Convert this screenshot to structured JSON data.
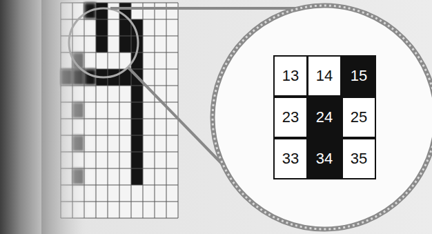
{
  "diagram": {
    "labels": [
      "13",
      "14",
      "15",
      "23",
      "24",
      "25",
      "33",
      "34",
      "35"
    ]
  }
}
